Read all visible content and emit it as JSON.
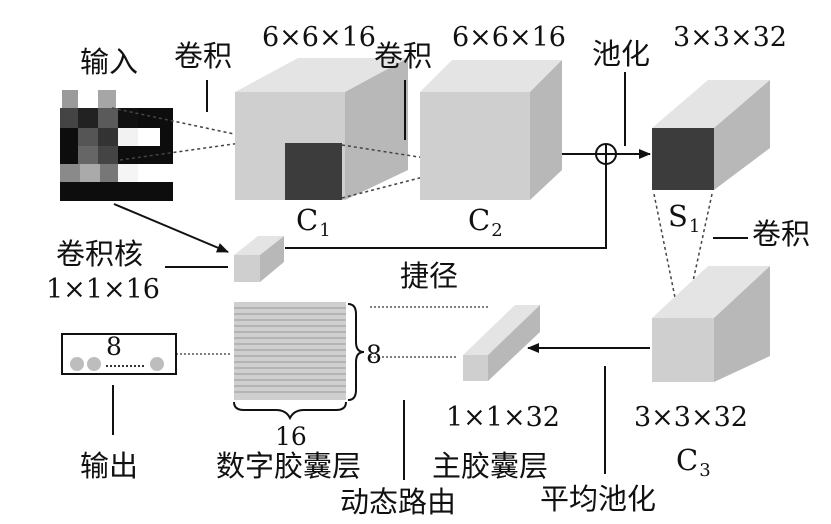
{
  "labels": {
    "input": "输入",
    "conv_1": "卷积",
    "conv_2": "卷积",
    "pool": "池化",
    "conv_3": "卷积",
    "kernel_title": "卷积核",
    "kernel_dim": "1×1×16",
    "shortcut": "捷径",
    "output": "输出",
    "digit_caps": "数字胶囊层",
    "dynamic_routing": "动态路由",
    "primary_caps": "主胶囊层",
    "avg_pool": "平均池化"
  },
  "dims": {
    "c1": "6×6×16",
    "c2": "6×6×16",
    "s1": "3×3×32",
    "c3": "3×3×32",
    "primary": "1×1×32",
    "digit_count": "16",
    "caps_count": "8",
    "output_count": "8"
  },
  "symbols": {
    "c1": {
      "base": "C",
      "sub": "1"
    },
    "c2": {
      "base": "C",
      "sub": "2"
    },
    "s1": {
      "base": "S",
      "sub": "1"
    },
    "c3": {
      "base": "C",
      "sub": "3"
    }
  },
  "colors": {
    "block_face": "#cfcfcf",
    "block_top": "#e4e4e4",
    "block_side": "#b8b8b8",
    "dark_patch": "#3c3c3c",
    "line": "#111111"
  },
  "icons": {
    "adder": "circle-plus-icon",
    "brace": "curly-brace-icon"
  }
}
